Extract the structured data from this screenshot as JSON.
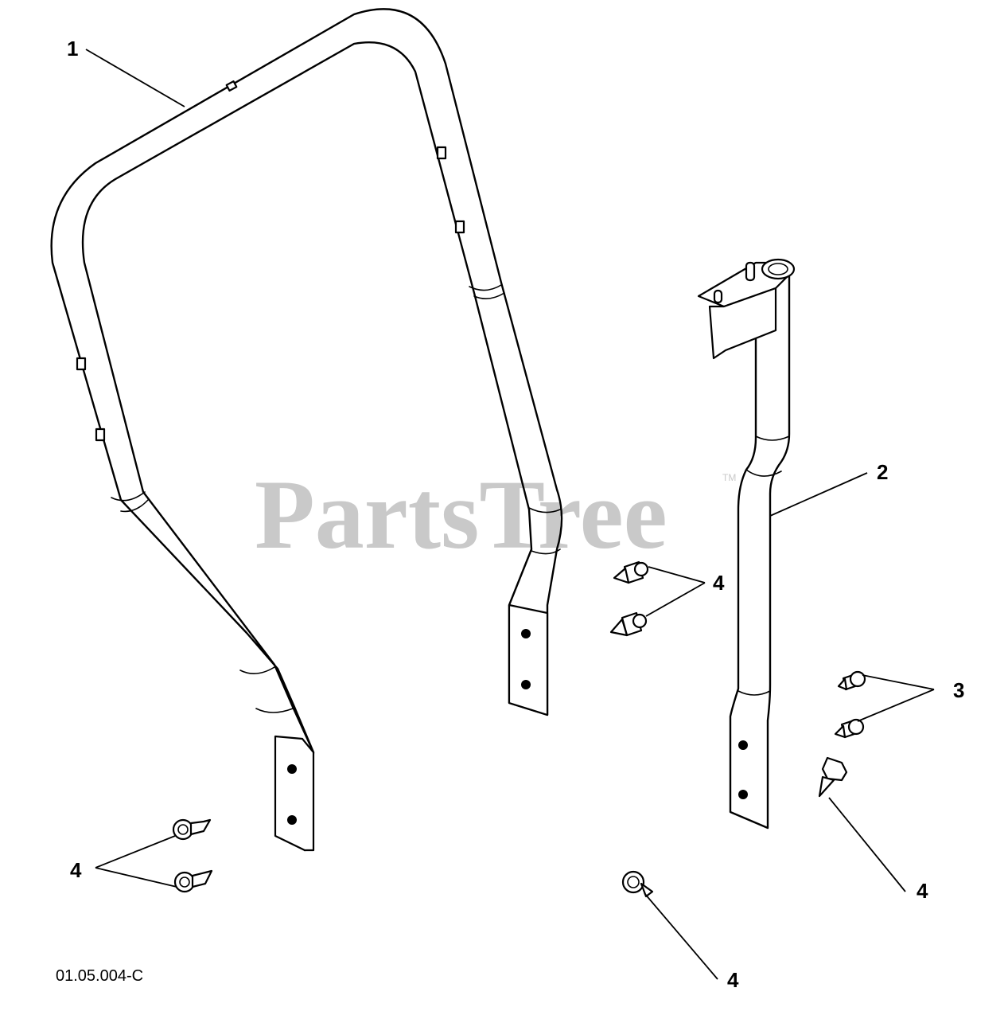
{
  "callouts": {
    "c1": "1",
    "c2": "2",
    "c3": "3",
    "c4a": "4",
    "c4b": "4",
    "c4c": "4",
    "c4d": "4"
  },
  "diagram_code": "01.05.004-C",
  "watermark": {
    "text": "PartsTree",
    "tm": "TM"
  },
  "colors": {
    "line": "#000000",
    "background": "#ffffff",
    "watermark": "#c9c9c9"
  }
}
